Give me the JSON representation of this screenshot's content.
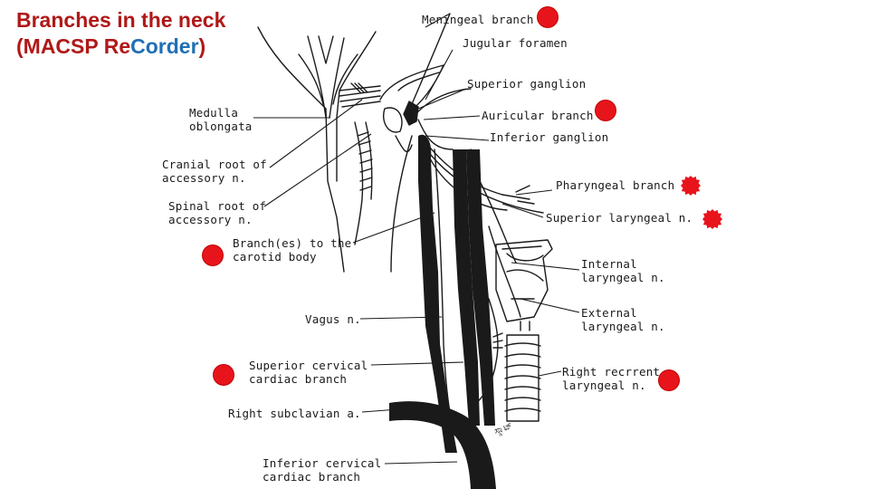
{
  "title": {
    "line1": "Branches in the neck",
    "line2_open": "(MACSP ",
    "line2_re": "Re",
    "line2_c": "C",
    "line2_order": "order",
    "line2_close": ")"
  },
  "colors": {
    "title_red": "#b01818",
    "title_blue": "#1f6fb3",
    "marker_red": "#e8141c"
  },
  "labels": {
    "meningeal_branch": "Meningeal branch",
    "jugular_foramen": "Jugular foramen",
    "superior_ganglion": "Superior ganglion",
    "auricular_branch": "Auricular branch",
    "inferior_ganglion": "Inferior ganglion",
    "medulla_1": "Medulla",
    "medulla_2": "oblongata",
    "cranial_root_1": "Cranial root of",
    "cranial_root_2": "accessory n.",
    "spinal_root_1": "Spinal root of",
    "spinal_root_2": "accessory n.",
    "pharyngeal_branch": "Pharyngeal branch",
    "superior_laryngeal": "Superior laryngeal n.",
    "carotid_body_1": "Branch(es) to the",
    "carotid_body_2": "carotid body",
    "internal_laryngeal_1": "Internal",
    "internal_laryngeal_2": "laryngeal n.",
    "external_laryngeal_1": "External",
    "external_laryngeal_2": "laryngeal n.",
    "vagus": "Vagus n.",
    "superior_cervical_1": "Superior cervical",
    "superior_cervical_2": "cardiac branch",
    "right_recurrent_1": "Right recrrent",
    "right_recurrent_2": "laryngeal n.",
    "right_subclavian": "Right subclavian a.",
    "inferior_cervical_1": "Inferior cervical",
    "inferior_cervical_2": "cardiac branch",
    "signature": "ಸ್ಮಾಟ್"
  }
}
